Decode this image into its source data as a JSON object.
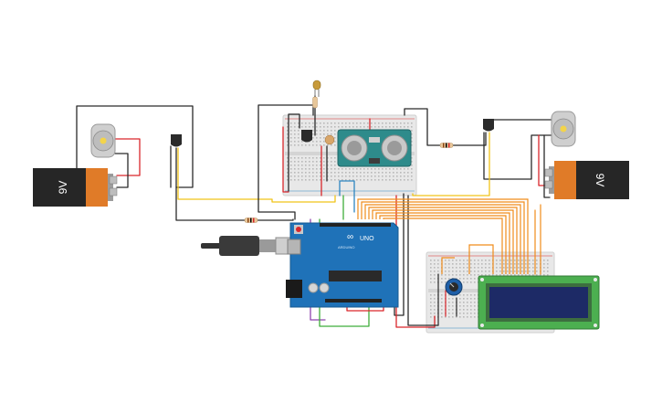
{
  "canvas": {
    "background": "#ffffff"
  },
  "components": {
    "battery_left": {
      "label": "9V",
      "icon": "battery-9v-icon"
    },
    "battery_right": {
      "label": "9V",
      "icon": "battery-9v-icon"
    },
    "motor_left": {
      "icon": "dc-motor-icon"
    },
    "motor_right": {
      "icon": "dc-motor-icon"
    },
    "transistor_left": {
      "icon": "npn-transistor-icon"
    },
    "transistor_right": {
      "icon": "npn-transistor-icon"
    },
    "transistor_mid": {
      "icon": "npn-transistor-icon"
    },
    "ultrasonic": {
      "icon": "ultrasonic-sensor-icon"
    },
    "led": {
      "icon": "led-icon"
    },
    "potentiometer": {
      "icon": "potentiometer-icon"
    },
    "arduino": {
      "board_label": "UNO",
      "brand_label": "ARDUINO",
      "icon": "arduino-uno-icon"
    },
    "lcd": {
      "icon": "lcd-16x2-icon"
    },
    "usb_cable": {
      "icon": "usb-cable-icon"
    }
  },
  "colors": {
    "wire_black": "#2a2a2a",
    "wire_red": "#d9262b",
    "wire_yellow": "#f0c419",
    "wire_orange": "#f08c1a",
    "wire_green": "#3fae3a",
    "wire_purple": "#8e44ad",
    "wire_blue": "#2e86c1",
    "arduino_blue": "#1f72b8",
    "lcd_green": "#4caf50",
    "lcd_screen": "#1d2a66",
    "ultrasonic_teal": "#2e8b8b",
    "battery_orange": "#e07b28",
    "battery_black": "#262626",
    "breadboard": "#e6e6e6"
  }
}
